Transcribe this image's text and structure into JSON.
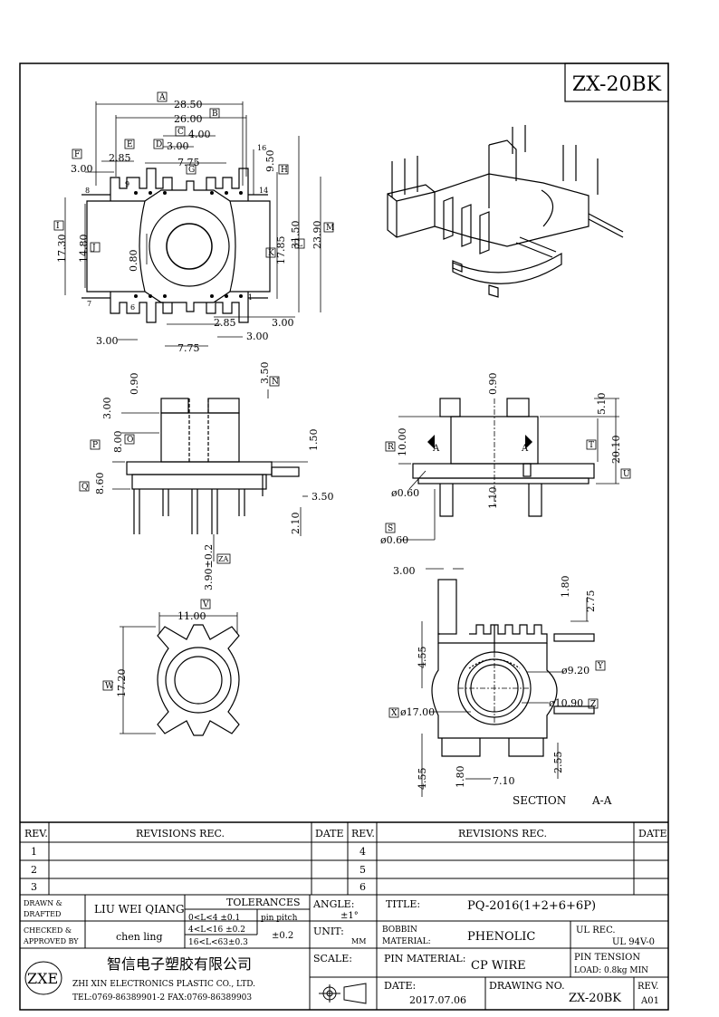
{
  "drawing_code": "ZX-20BK",
  "dims": {
    "top": [
      "28.50",
      "26.00",
      "4.00",
      "3.00",
      "7.75",
      "2.85",
      "3.00",
      "9.50",
      "0.80",
      "17.30",
      "14.80",
      "17.85",
      "31.50",
      "23.90",
      "2.85",
      "3.00",
      "3.00",
      "7.75",
      "3.00"
    ],
    "front": [
      "3.00",
      "0.90",
      "3.50",
      "8.00",
      "1.50",
      "8.60",
      "3.50",
      "2.10",
      "3.90±0.2"
    ],
    "side": [
      "0.90",
      "5.10",
      "10.00",
      "20.10",
      "1.10",
      "ø0.60",
      "ø0.60"
    ],
    "bottom": [
      "11.00",
      "17.20"
    ],
    "section": [
      "3.00",
      "1.80",
      "2.75",
      "4.55",
      "ø9.20",
      "ø17.00",
      "ø10.90",
      "4.55",
      "1.80",
      "7.10",
      "2.55"
    ]
  },
  "markers": [
    "A",
    "B",
    "C",
    "D",
    "E",
    "F",
    "G",
    "H",
    "I",
    "J",
    "K",
    "L",
    "M",
    "N",
    "O",
    "P",
    "Q",
    "R",
    "S",
    "T",
    "U",
    "V",
    "W",
    "X",
    "Y",
    "Z",
    "ZA"
  ],
  "pins": [
    "8",
    "9",
    "16",
    "14",
    "7",
    "6",
    "1"
  ],
  "section_label": "SECTION",
  "section_name": "A-A",
  "view_cut": "A",
  "table": {
    "rev": "REV.",
    "revisions": "REVISIONS  REC.",
    "date": "DATE",
    "rows_left": [
      "1",
      "2",
      "3"
    ],
    "rows_right": [
      "4",
      "5",
      "6"
    ],
    "drawn_label_1": "DRAWN &",
    "drawn_label_2": "DRAFTED",
    "drawn_by": "LIU WEI QIANG",
    "checked_label_1": "CHECKED &",
    "checked_label_2": "APPROVED BY",
    "checked_by": "chen ling",
    "tolerances": "TOLERANCES",
    "tol_1": "0<L<4 ±0.1",
    "tol_pitch": "pin pitch",
    "tol_2": "4<L<16 ±0.2",
    "tol_pitch_val": "±0.2",
    "tol_3": "16<L<63±0.3",
    "angle_label": "ANGLE:",
    "angle_value": "±1°",
    "unit_label": "UNIT:",
    "unit_value": "MM",
    "scale_label": "SCALE:",
    "title_label": "TITLE:",
    "title_value": "PQ-2016(1+2+6+6P)",
    "bobbin_label_1": "BOBBIN",
    "bobbin_label_2": "MATERIAL:",
    "bobbin_value": "PHENOLIC",
    "ul_label": "UL REC.",
    "ul_value": "UL 94V-0",
    "pin_material_label": "PIN MATERIAL:",
    "pin_material_value": "CP WIRE",
    "pin_tension_label": "PIN TENSION",
    "pin_tension_value": "LOAD: 0.8kg MIN",
    "date_label": "DATE:",
    "date_value": "2017.07.06",
    "drawing_no_label": "DRAWING NO.",
    "drawing_no_value": "ZX-20BK",
    "rev_label": "REV.",
    "rev_value": "A01",
    "logo": "ZXE",
    "company_cn": "智信电子塑胶有限公司",
    "company_en": "ZHI  XIN  ELECTRONICS  PLASTIC  CO., LTD.",
    "contact": "TEL:0769-86389901-2  FAX:0769-86389903"
  }
}
